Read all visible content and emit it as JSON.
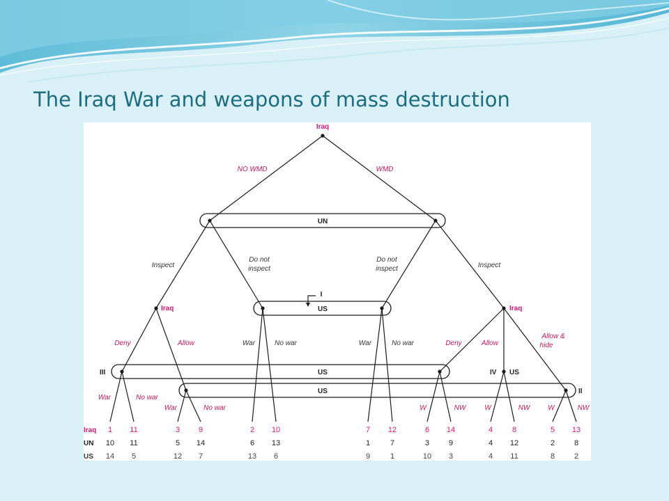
{
  "slide": {
    "title": "The Iraq War and weapons of mass destruction"
  },
  "colors": {
    "background": "#d9f1f6",
    "title": "#1d6c80",
    "iraq_accent": "#d6187a",
    "banner_dark": "#6fc7df",
    "banner_light": "#bfe8f2"
  },
  "tree": {
    "root_player": "Iraq",
    "moves": {
      "no_wmd": "NO WMD",
      "wmd": "WMD",
      "inspect_left": "Inspect",
      "do_not_inspect_left_1": "Do not",
      "do_not_inspect_left_2": "inspect",
      "do_not_inspect_right_1": "Do not",
      "do_not_inspect_right_2": "inspect",
      "inspect_right": "Inspect",
      "deny_left": "Deny",
      "allow_left": "Allow",
      "war_a": "War",
      "nowar_a": "No war",
      "war_b": "War",
      "nowar_b": "No war",
      "deny_right": "Deny",
      "allow_right": "Allow",
      "allow_hide_1": "Allow &",
      "allow_hide_2": "hide",
      "war_c": "War",
      "nowar_c": "No war",
      "war_d": "War",
      "nowar_d": "No war",
      "w_1": "W",
      "nw_1": "NW",
      "w_2": "W",
      "nw_2": "NW",
      "w_3": "W",
      "nw_3": "NW"
    },
    "info_sets": {
      "un": "UN",
      "us_mid": "US",
      "us_upper": "US",
      "us_lower": "US",
      "iraq_left": "Iraq",
      "iraq_right": "Iraq",
      "us_iv": "US"
    },
    "roman": {
      "I": "I",
      "II": "II",
      "III": "III",
      "IV": "IV"
    },
    "payoff_rows": [
      "Iraq",
      "UN",
      "US"
    ],
    "payoffs": [
      {
        "iraq": "1",
        "un": "10",
        "us": "14"
      },
      {
        "iraq": "11",
        "un": "11",
        "us": "5"
      },
      {
        "iraq": "3",
        "un": "5",
        "us": "12"
      },
      {
        "iraq": "9",
        "un": "14",
        "us": "7"
      },
      {
        "iraq": "2",
        "un": "6",
        "us": "13"
      },
      {
        "iraq": "10",
        "un": "13",
        "us": "6"
      },
      {
        "iraq": "7",
        "un": "1",
        "us": "9"
      },
      {
        "iraq": "12",
        "un": "7",
        "us": "1"
      },
      {
        "iraq": "6",
        "un": "3",
        "us": "10"
      },
      {
        "iraq": "14",
        "un": "9",
        "us": "3"
      },
      {
        "iraq": "4",
        "un": "4",
        "us": "4"
      },
      {
        "iraq": "8",
        "un": "12",
        "us": "11"
      },
      {
        "iraq": "5",
        "un": "2",
        "us": "8"
      },
      {
        "iraq": "13",
        "un": "8",
        "us": "2"
      }
    ]
  }
}
